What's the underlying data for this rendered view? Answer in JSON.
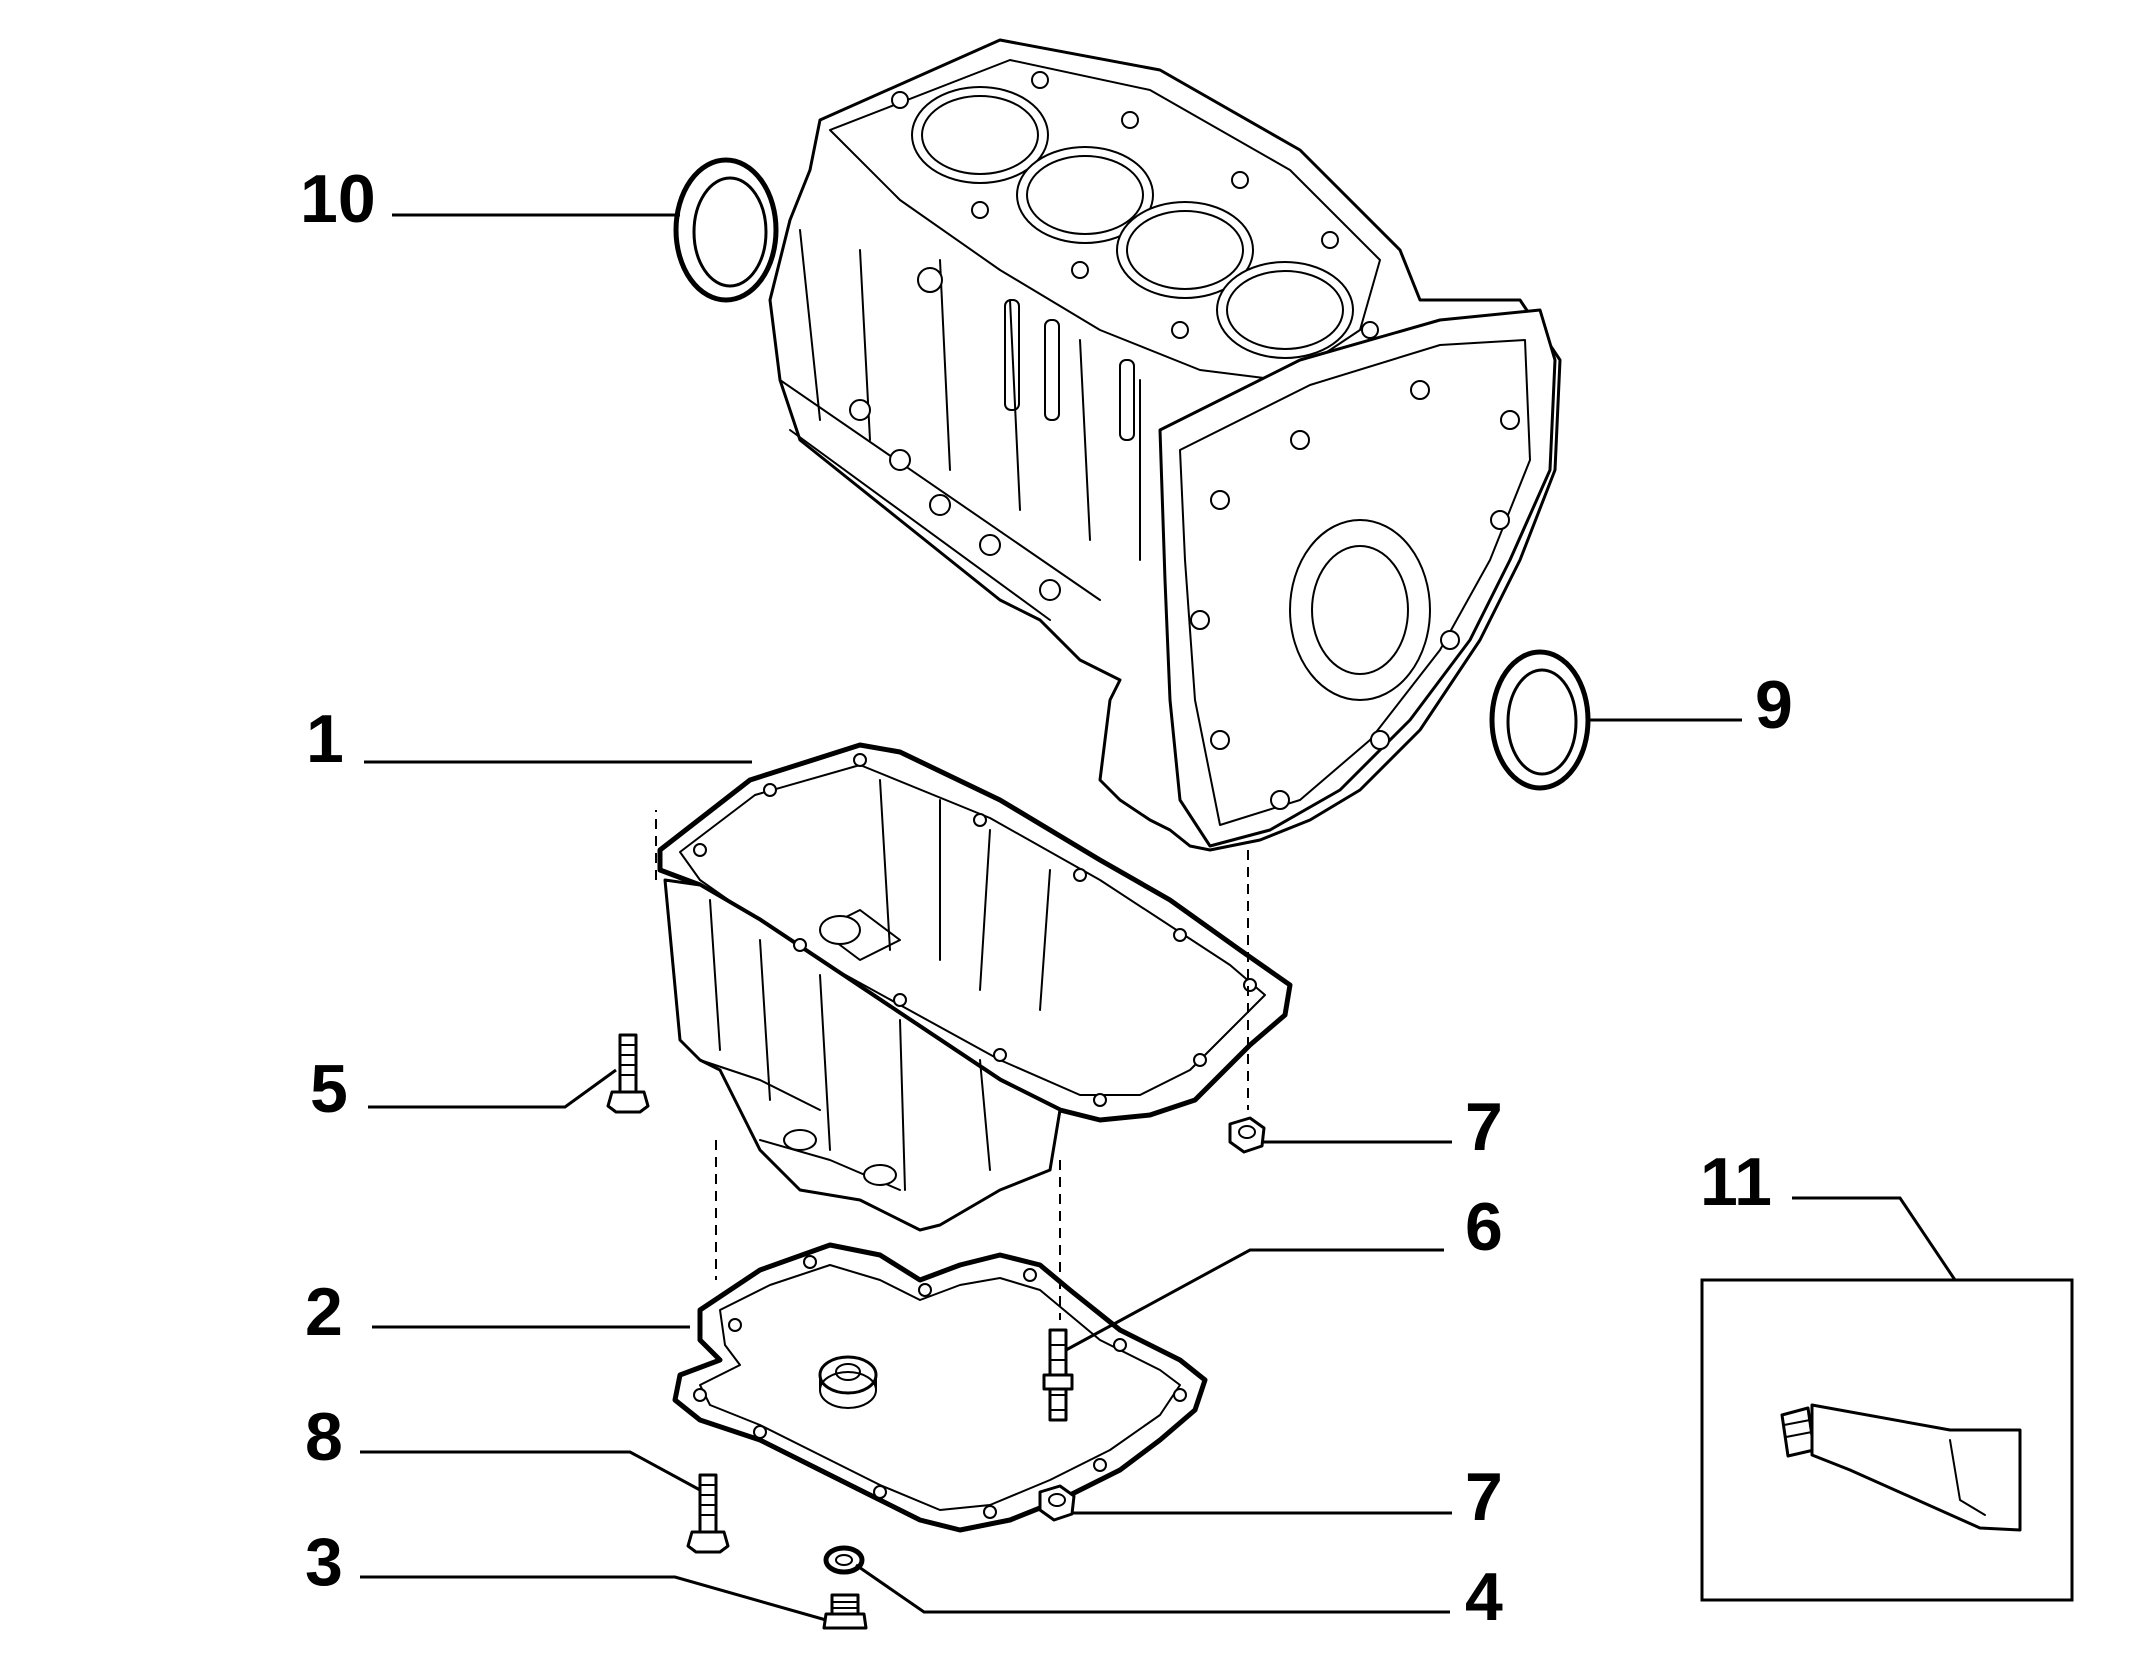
{
  "callouts": {
    "c1": "1",
    "c2": "2",
    "c3": "3",
    "c4": "4",
    "c5": "5",
    "c6": "6",
    "c7a": "7",
    "c7b": "7",
    "c8": "8",
    "c9": "9",
    "c10": "10",
    "c11": "11"
  },
  "colors": {
    "line": "#000000",
    "background": "#ffffff"
  }
}
